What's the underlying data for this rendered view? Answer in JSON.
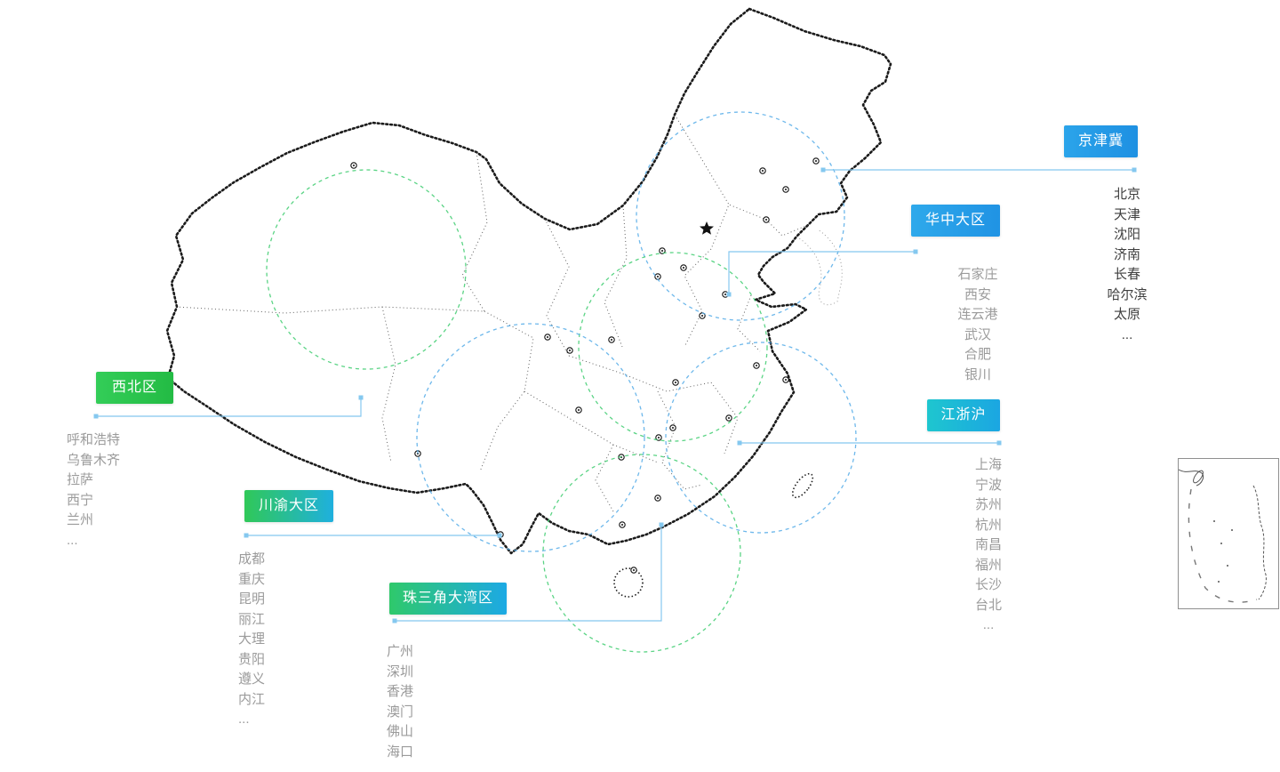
{
  "colors": {
    "connector": "#85C8EF",
    "map_outline": "#1b1b1b",
    "inset_border": "#8f8f8f"
  },
  "regions": [
    {
      "id": "jingjinji",
      "label": "京津冀",
      "label_colors": [
        "#2BA4EA",
        "#1E90E2"
      ],
      "circle_color": "#55ACE8",
      "city_color": "#3e3e3e",
      "cities": [
        "北京",
        "天津",
        "沈阳",
        "济南",
        "长春",
        "哈尔滨",
        "太原",
        "..."
      ]
    },
    {
      "id": "huazhong",
      "label": "华中大区",
      "label_colors": [
        "#2EA9EB",
        "#2093E4"
      ],
      "circle_color": "#3ECD70",
      "city_color": "#9b9b9b",
      "cities": [
        "石家庄",
        "西安",
        "连云港",
        "武汉",
        "合肥",
        "银川"
      ]
    },
    {
      "id": "xibei",
      "label": "西北区",
      "label_colors": [
        "#33CD58",
        "#23BB44"
      ],
      "circle_color": "#3ECD70",
      "city_color": "#9b9b9b",
      "cities": [
        "呼和浩特",
        "乌鲁木齐",
        "拉萨",
        "西宁",
        "兰州",
        "..."
      ]
    },
    {
      "id": "chuanyu",
      "label": "川渝大区",
      "label_colors": [
        "#30C858",
        "#1FB0DE"
      ],
      "circle_color": "#55ACE8",
      "city_color": "#9b9b9b",
      "cities": [
        "成都",
        "重庆",
        "昆明",
        "丽江",
        "大理",
        "贵阳",
        "遵义",
        "内江",
        "..."
      ]
    },
    {
      "id": "zhusanjiao",
      "label": "珠三角大湾区",
      "label_colors": [
        "#2FC96B",
        "#1CA9E4"
      ],
      "circle_color": "#3ECD70",
      "city_color": "#9b9b9b",
      "cities": [
        "广州",
        "深圳",
        "香港",
        "澳门",
        "佛山",
        "海口",
        "..."
      ]
    },
    {
      "id": "jiangzhehu",
      "label": "江浙沪",
      "label_colors": [
        "#1EC6CF",
        "#1BA6E2"
      ],
      "circle_color": "#55ACE8",
      "city_color": "#9b9b9b",
      "cities": [
        "上海",
        "宁波",
        "苏州",
        "杭州",
        "南昌",
        "福州",
        "长沙",
        "台北",
        "..."
      ]
    }
  ]
}
